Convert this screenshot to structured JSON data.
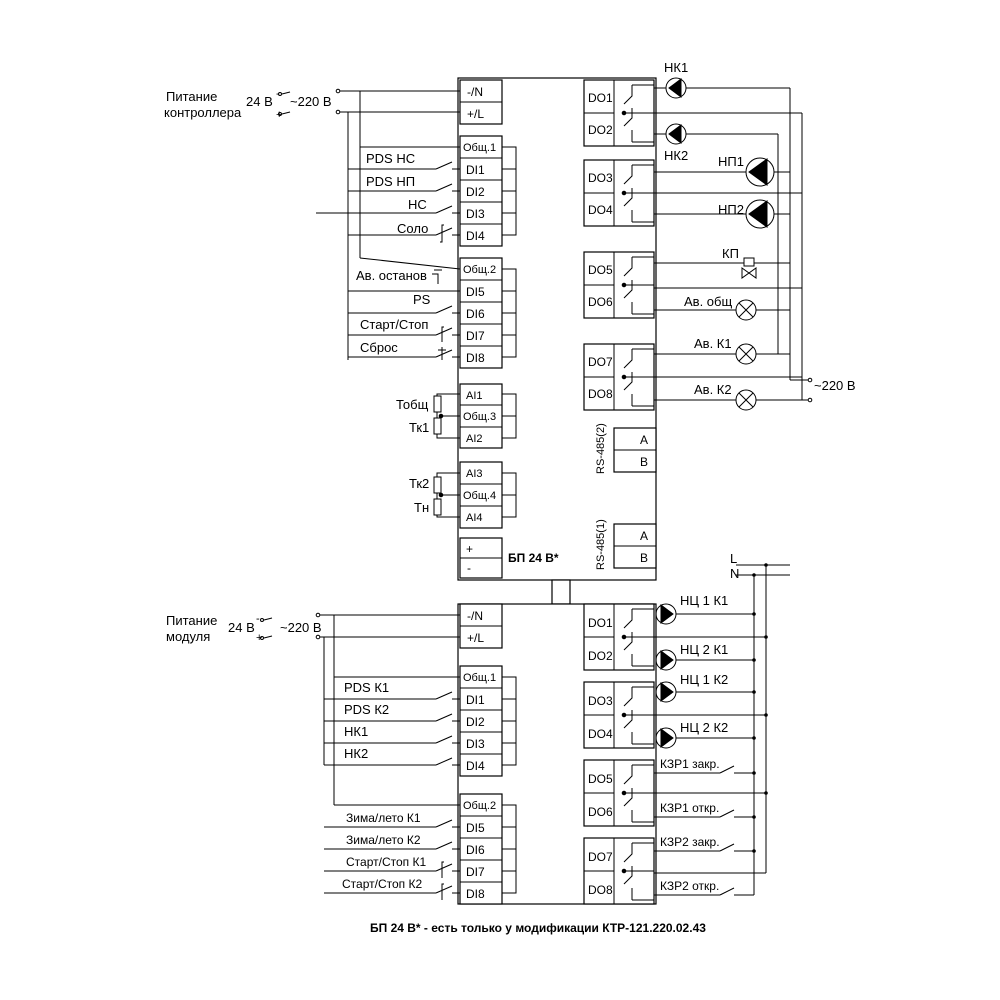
{
  "controller": {
    "power": {
      "label_line1": "Питание",
      "label_line2": "контроллера",
      "dc": "24 В",
      "ac": "~220 В",
      "minus": "-",
      "plus": "+"
    },
    "terminals_top": [
      "-/N",
      "+/L"
    ],
    "di": [
      {
        "id": "Общ.1",
        "label": ""
      },
      {
        "id": "DI1",
        "label": "PDS НС"
      },
      {
        "id": "DI2",
        "label": "PDS НП"
      },
      {
        "id": "DI3",
        "label": "НС"
      },
      {
        "id": "DI4",
        "label": "Соло"
      },
      {
        "id": "Общ.2",
        "label": "Ав. останов"
      },
      {
        "id": "DI5",
        "label": ""
      },
      {
        "id": "DI6",
        "label": "PS"
      },
      {
        "id": "DI7",
        "label": "Старт/Стоп"
      },
      {
        "id": "DI8",
        "label": "Сброс"
      }
    ],
    "ai": [
      {
        "id": "AI1",
        "label": "Тобщ"
      },
      {
        "id": "Общ.3",
        "label": ""
      },
      {
        "id": "AI2",
        "label": "Тк1"
      },
      {
        "id": "AI3",
        "label": "Тк2"
      },
      {
        "id": "Общ.4",
        "label": ""
      },
      {
        "id": "AI4",
        "label": "Тн"
      }
    ],
    "psu": {
      "plus": "+",
      "minus": "-",
      "label": "БП 24 В*"
    },
    "do": [
      "DO1",
      "DO2",
      "DO3",
      "DO4",
      "DO5",
      "DO6",
      "DO7",
      "DO8"
    ],
    "outputs": {
      "nk1": "НК1",
      "nk2": "НК2",
      "np1": "НП1",
      "np2": "НП2",
      "kp": "КП",
      "av_obsch": "Ав. общ",
      "av_k1": "Ав. К1",
      "av_k2": "Ав. К2",
      "ac": "~220 В"
    },
    "rs485_2": {
      "name": "RS-485(2)",
      "a": "A",
      "b": "B"
    },
    "rs485_1": {
      "name": "RS-485(1)",
      "a": "A",
      "b": "B"
    }
  },
  "module": {
    "power": {
      "label_line1": "Питание",
      "label_line2": "модуля",
      "dc": "24 В",
      "ac": "~220 В",
      "minus": "-",
      "plus": "+"
    },
    "terminals_top": [
      "-/N",
      "+/L"
    ],
    "di": [
      {
        "id": "Общ.1",
        "label": ""
      },
      {
        "id": "DI1",
        "label": "PDS К1"
      },
      {
        "id": "DI2",
        "label": "PDS К2"
      },
      {
        "id": "DI3",
        "label": "НК1"
      },
      {
        "id": "DI4",
        "label": "НК2"
      },
      {
        "id": "Общ.2",
        "label": ""
      },
      {
        "id": "DI5",
        "label": "Зима/лето К1"
      },
      {
        "id": "DI6",
        "label": "Зима/лето К2"
      },
      {
        "id": "DI7",
        "label": "Старт/Стоп К1"
      },
      {
        "id": "DI8",
        "label": "Старт/Стоп К2"
      }
    ],
    "do": [
      "DO1",
      "DO2",
      "DO3",
      "DO4",
      "DO5",
      "DO6",
      "DO7",
      "DO8"
    ],
    "outputs": [
      "НЦ 1 К1",
      "НЦ 2 К1",
      "НЦ 1 К2",
      "НЦ 2 К2",
      "КЗР1 закр.",
      "КЗР1 откр.",
      "КЗР2 закр.",
      "КЗР2 откр."
    ],
    "bus_l": "L",
    "bus_n": "N"
  },
  "footnote": "БП 24 В* - есть только у модификации КТР-121.220.02.43"
}
